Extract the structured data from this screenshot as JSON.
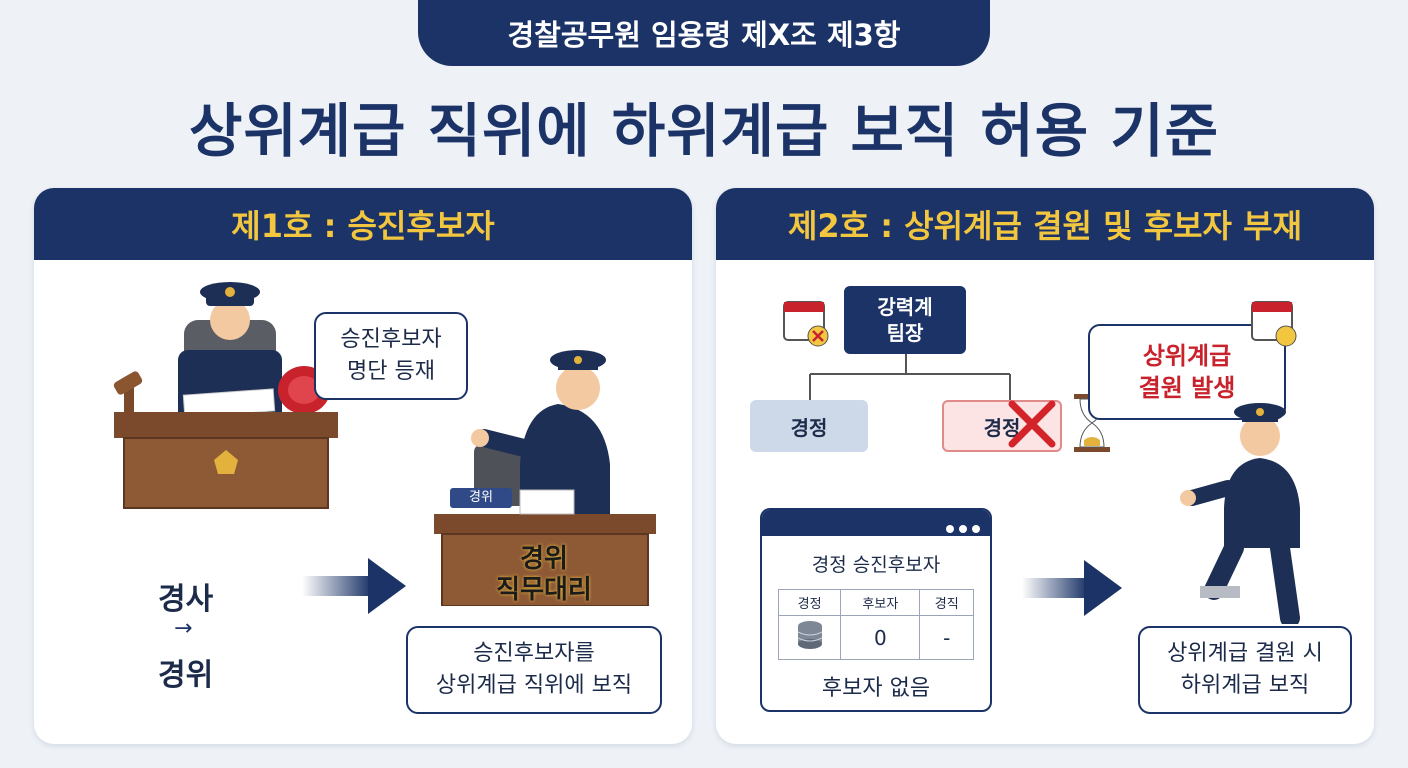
{
  "header": {
    "tab_label": "경찰공무원 임용령 제X조 제3항",
    "title": "상위계급 직위에 하위계급 보직 허용 기준"
  },
  "left_panel": {
    "heading": "제1호 : 승진후보자",
    "bubble_registry": "승진후보자\n명단 등재",
    "desk_nameplate": "경위",
    "desk_sign": "경위\n직무대리",
    "rank_from": "경사",
    "rank_to": "경위",
    "bubble_assign": "승진후보자를\n상위계급 직위에 보직"
  },
  "right_panel": {
    "heading": "제2호 : 상위계급 결원 및 후보자 부재",
    "org_chief": "강력계\n팀장",
    "org_left": "경정",
    "org_right": "경정",
    "bubble_vacancy": "상위계급\n결원 발생",
    "candidate_card": {
      "title": "경정 승진후보자",
      "columns": [
        "경정",
        "후보자",
        "경직"
      ],
      "row": [
        "",
        "0",
        "-"
      ],
      "footer": "후보자 없음"
    },
    "bubble_assign": "상위계급 결원 시\n하위계급 보직"
  },
  "colors": {
    "navy": "#1b3366",
    "gold": "#f3c63f",
    "red": "#c8232c",
    "background": "#eef2f7"
  }
}
